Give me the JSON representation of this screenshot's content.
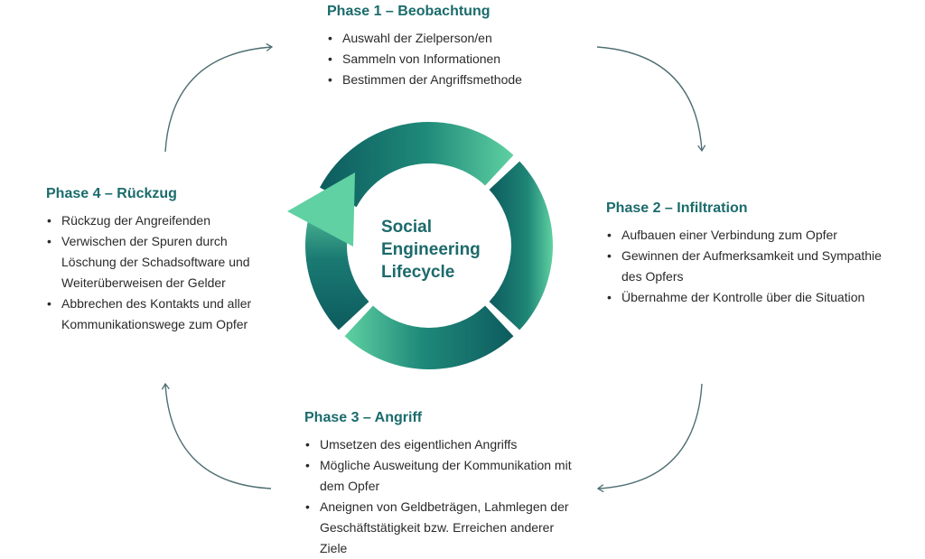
{
  "center": {
    "lines": [
      "Social",
      "Engineering",
      "Lifecycle"
    ]
  },
  "colors": {
    "dark_teal": "#0d5b5e",
    "mint": "#5fd1a2",
    "title": "#1b6b6c",
    "arrow": "#4f6f73",
    "text": "#2a2a2a"
  },
  "phases": [
    {
      "title": "Phase 1 – Beobachtung",
      "items": [
        "Auswahl der Zielperson/en",
        "Sammeln von Informationen",
        "Bestimmen der Angriffsmethode"
      ]
    },
    {
      "title": "Phase 2 – Infiltration",
      "items": [
        "Aufbauen einer Verbindung zum Opfer",
        "Gewinnen der Aufmerksamkeit und Sympathie des Opfers",
        "Übernahme der Kontrolle über die Situation"
      ]
    },
    {
      "title": "Phase 3 – Angriff",
      "items": [
        "Umsetzen des eigentlichen Angriffs",
        "Mögliche Ausweitung der Kommunikation mit dem Opfer",
        "Aneignen von Geldbeträgen, Lahmlegen der Geschäftstätigkeit bzw. Erreichen anderer Ziele"
      ]
    },
    {
      "title": "Phase 4 – Rückzug",
      "items": [
        "Rückzug der Angreifenden",
        "Verwischen der Spuren durch Löschung der Schadsoftware und Weiterüberweisen der Gelder",
        "Abbrechen des Kontakts und aller Kommunikationswege zum Opfer"
      ]
    }
  ]
}
